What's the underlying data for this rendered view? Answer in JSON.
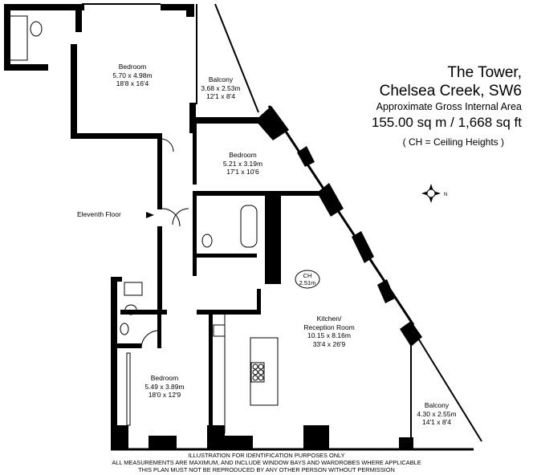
{
  "header": {
    "building": "The Tower,",
    "location": "Chelsea Creek, SW6",
    "area_label": "Approximate Gross Internal Area",
    "area_value": "155.00 sq m  /  1,668 sq ft",
    "note": "( CH = Ceiling Heights )"
  },
  "floor_label": "Eleventh Floor",
  "rooms": [
    {
      "name": "Bedroom",
      "metric": "5.70 x 4.98m",
      "imperial": "18'8 x 16'4"
    },
    {
      "name": "Balcony",
      "metric": "3.68 x 2.53m",
      "imperial": "12'1 x 8'4"
    },
    {
      "name": "Bedroom",
      "metric": "5.21 x 3.19m",
      "imperial": "17'1 x 10'6"
    },
    {
      "name": "Kitchen/",
      "name2": "Reception Room",
      "metric": "10.15 x 8.16m",
      "imperial": "33'4 x 26'9"
    },
    {
      "name": "Bedroom",
      "metric": "5.49 x 3.89m",
      "imperial": "18'0 x 12'9"
    },
    {
      "name": "Balcony",
      "metric": "4.30 x 2.55m",
      "imperial": "14'1 x 8'4"
    }
  ],
  "ceiling_height": {
    "label": "CH",
    "value": "2.51m"
  },
  "compass": {
    "icon": "north-compass-icon",
    "letter": "N"
  },
  "footer": [
    "ILLUSTRATION FOR IDENTIFICATION PURPOSES ONLY",
    "ALL MEASUREMENTS ARE MAXIMUM, AND INCLUDE WINDOW BAYS AND WARDROBES WHERE APPLICABLE",
    "THIS PLAN MUST NOT BE REPRODUCED BY ANY OTHER PERSON WITHOUT PERMISSION"
  ]
}
